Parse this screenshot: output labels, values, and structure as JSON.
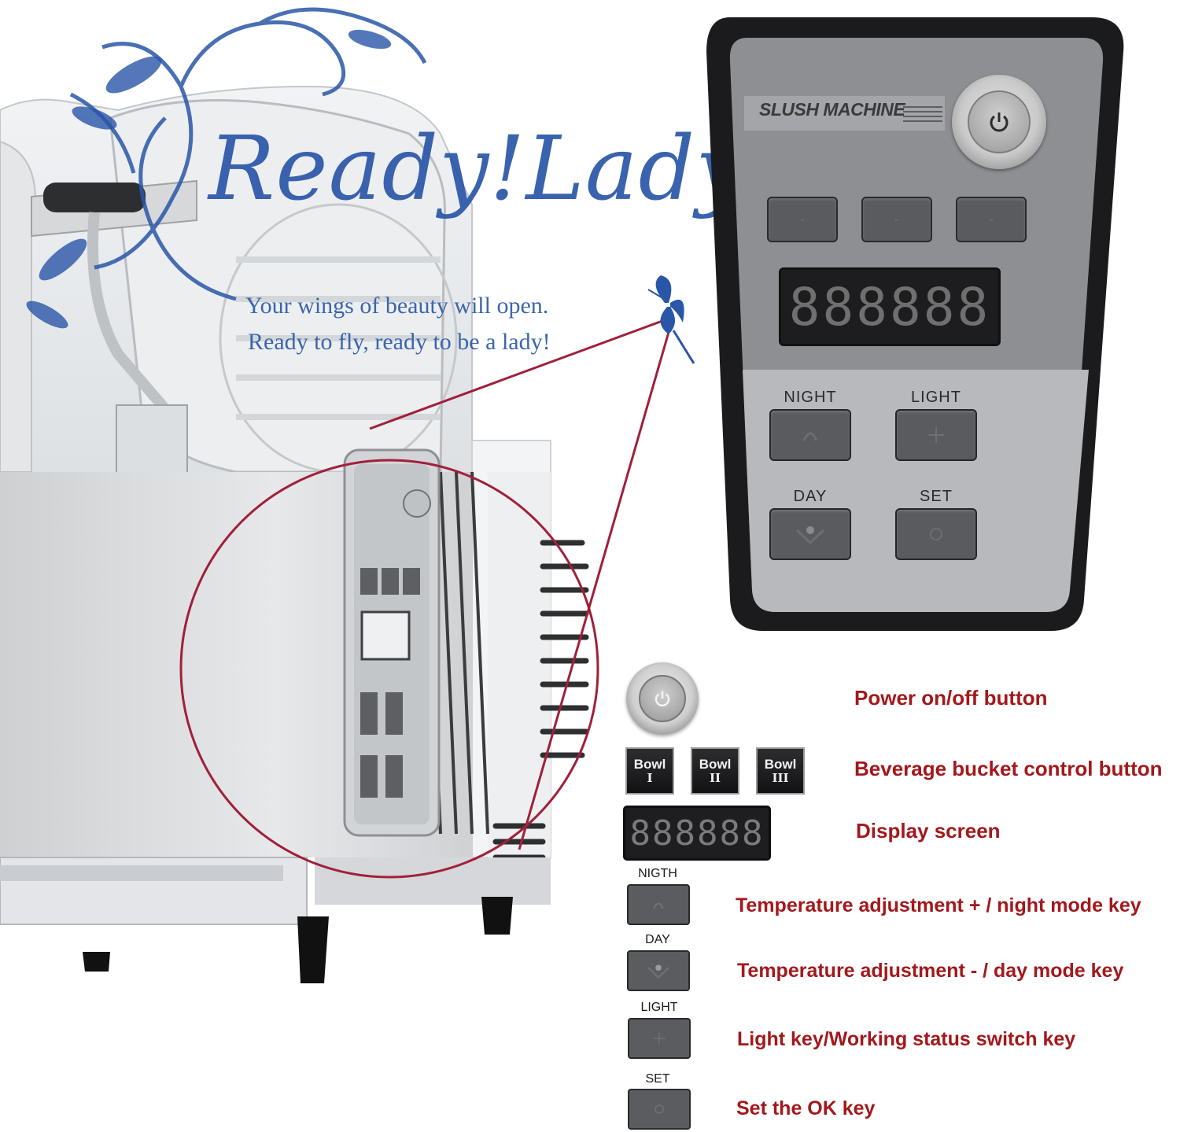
{
  "watermark": {
    "logo": "Ready!Lady",
    "tagline_1": "Your wings of beauty will open.",
    "tagline_2": "Ready to fly, ready to be a lady!"
  },
  "panel": {
    "brand": "SLUSH MACHINE",
    "display": "888888",
    "labels": {
      "night": "NIGHT",
      "light": "LIGHT",
      "day": "DAY",
      "set": "SET"
    }
  },
  "legend": {
    "power": "Power on/off button",
    "bowls": {
      "word": "Bowl",
      "numerals": [
        "I",
        "II",
        "III"
      ],
      "description": "Beverage bucket control button"
    },
    "display": {
      "digits": "888888",
      "description": "Display screen"
    },
    "night": {
      "label": "NIGTH",
      "description": "Temperature adjustment + / night mode key"
    },
    "day": {
      "label": "DAY",
      "description": "Temperature adjustment - / day mode key"
    },
    "light": {
      "label": "LIGHT",
      "description": "Light key/Working status switch key"
    },
    "set": {
      "label": "SET",
      "description": "Set the OK key"
    }
  },
  "colors": {
    "watermark_blue": "#2a56a8",
    "legend_red": "#a3181c",
    "callout_red": "#a0203a",
    "panel_gray": "#8a8b8f",
    "key_gray": "#5a5b5f"
  }
}
